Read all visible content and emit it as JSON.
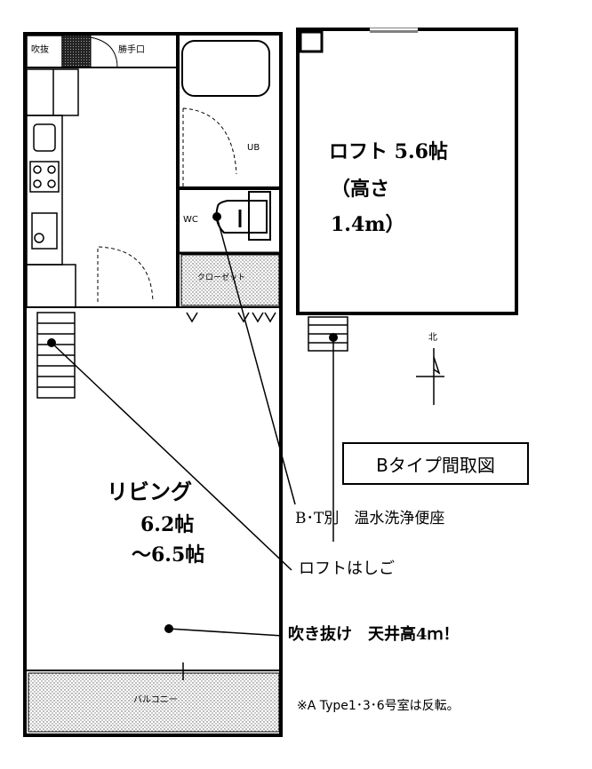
{
  "diagram": {
    "title": "Bタイプ間取図",
    "rooms": {
      "living": {
        "name": "リビング",
        "size_1": "6.2帖",
        "size_2": "～6.5帖"
      },
      "loft": {
        "name": "ロフト 5.6帖",
        "height_1": "（高さ",
        "height_2": "1.4m）"
      }
    },
    "small_labels": {
      "fukinuke": "吹抜",
      "katteguchi": "勝手口",
      "ub": "UB",
      "wc": "WC",
      "closet": "クローゼット",
      "balcony": "バルコニー",
      "north": "北"
    },
    "annotations": {
      "bt": "B･T別　温水洗浄便座",
      "ladder": "ロフトはしご",
      "ceiling": "吹き抜け　天井高4ｍ！",
      "note": "※A Type1･3･6号室は反転。"
    }
  }
}
